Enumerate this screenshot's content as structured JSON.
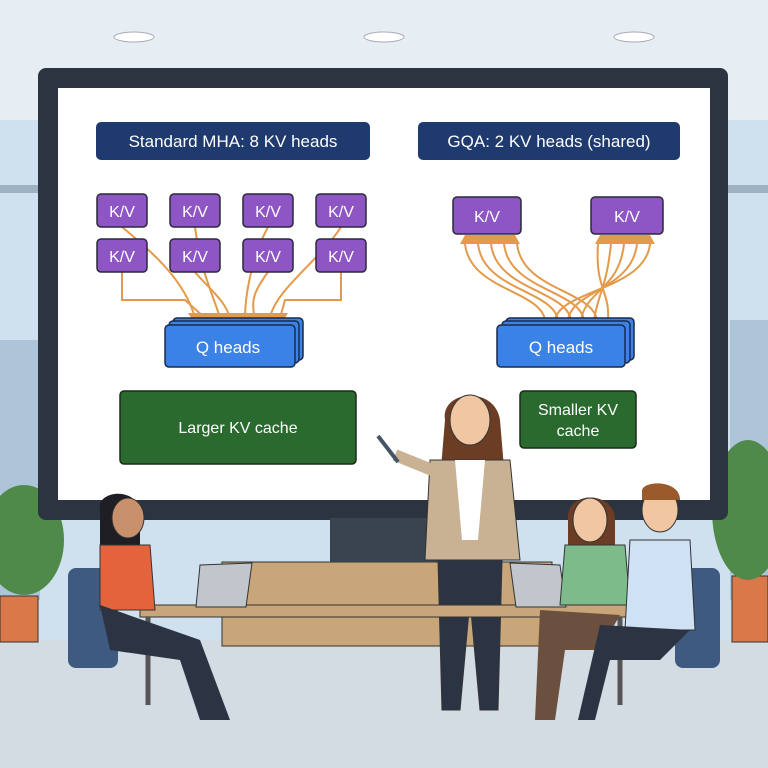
{
  "slide": {
    "left_title": "Standard MHA: 8 KV heads",
    "right_title": "GQA: 2 KV heads (shared)",
    "kv_label": "K/V",
    "q_label": "Q heads",
    "left_result": "Larger KV cache",
    "right_result_line1": "Smaller KV",
    "right_result_line2": "cache"
  },
  "colors": {
    "title_bg": "#1f3a6e",
    "kv_purple": "#8e55c4",
    "q_blue": "#3b82e6",
    "result_green": "#2a6a2e",
    "connector_orange": "#e39a4a",
    "monitor_frame": "#2b3440"
  }
}
